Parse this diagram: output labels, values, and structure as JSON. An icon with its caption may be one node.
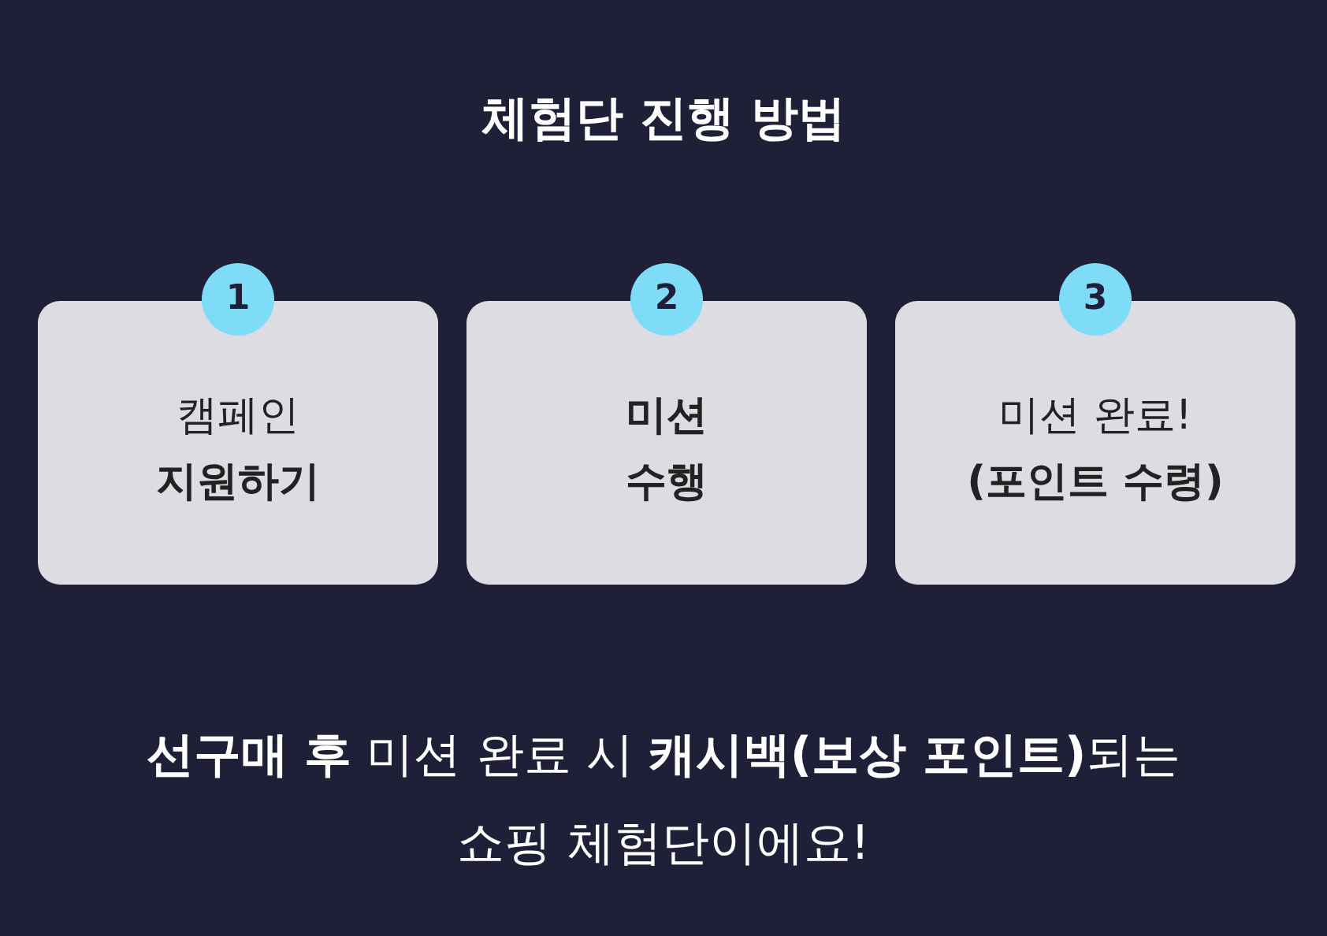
{
  "diagram": {
    "title": "체험단 진행 방법",
    "nodes": [
      {
        "text": [
          "1"
        ]
      },
      {
        "text": [
          "캠페인 **지원하기**"
        ]
      },
      {
        "text": [
          "2"
        ]
      },
      {
        "text": [
          "**미션 수행**"
        ]
      },
      {
        "text": [
          "3"
        ]
      },
      {
        "text": [
          "미션 완료! **(포인트 수령)**"
        ]
      }
    ],
    "labels": [
      "**선구매 후** 미션 완료 시 **캐시백(보상 포인트)**되는 쇼핑 체험단이에요!"
    ]
  }
}
